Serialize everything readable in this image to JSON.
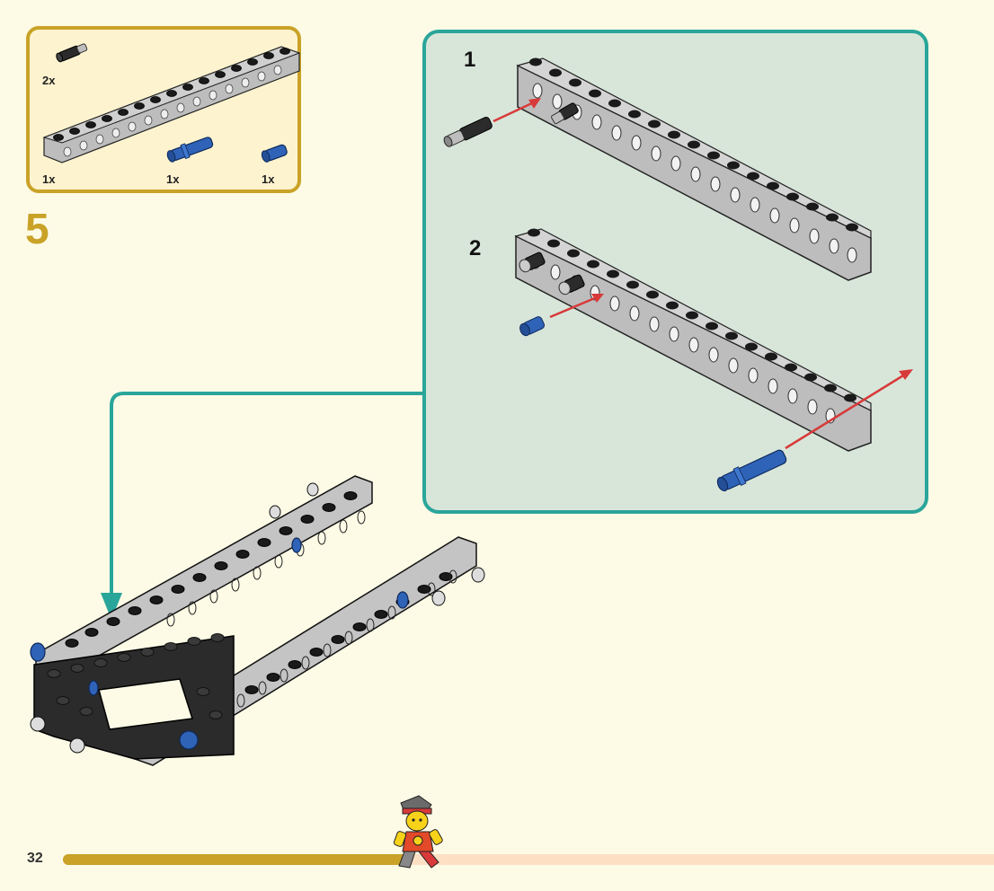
{
  "parts": {
    "pin_qty": "2x",
    "beam_qty": "1x",
    "long_pin_qty": "1x",
    "short_pin_qty": "1x"
  },
  "step": {
    "number": "5"
  },
  "substeps": [
    {
      "number": "1"
    },
    {
      "number": "2"
    }
  ],
  "footer": {
    "page_number": "32",
    "progress": 0.37
  },
  "colors": {
    "accent": "#c9a227",
    "callout": "#2aa59a",
    "beam": "#bdbdbd",
    "pin_black": "#2b2b2b",
    "pin_blue": "#2f63b8",
    "arrow": "#d83a3a"
  },
  "icons": {
    "parts": [
      "black-pin-icon",
      "gray-beam-icon",
      "blue-long-pin-icon",
      "blue-short-pin-icon"
    ],
    "mascot": "minifigure-mascot-icon"
  }
}
